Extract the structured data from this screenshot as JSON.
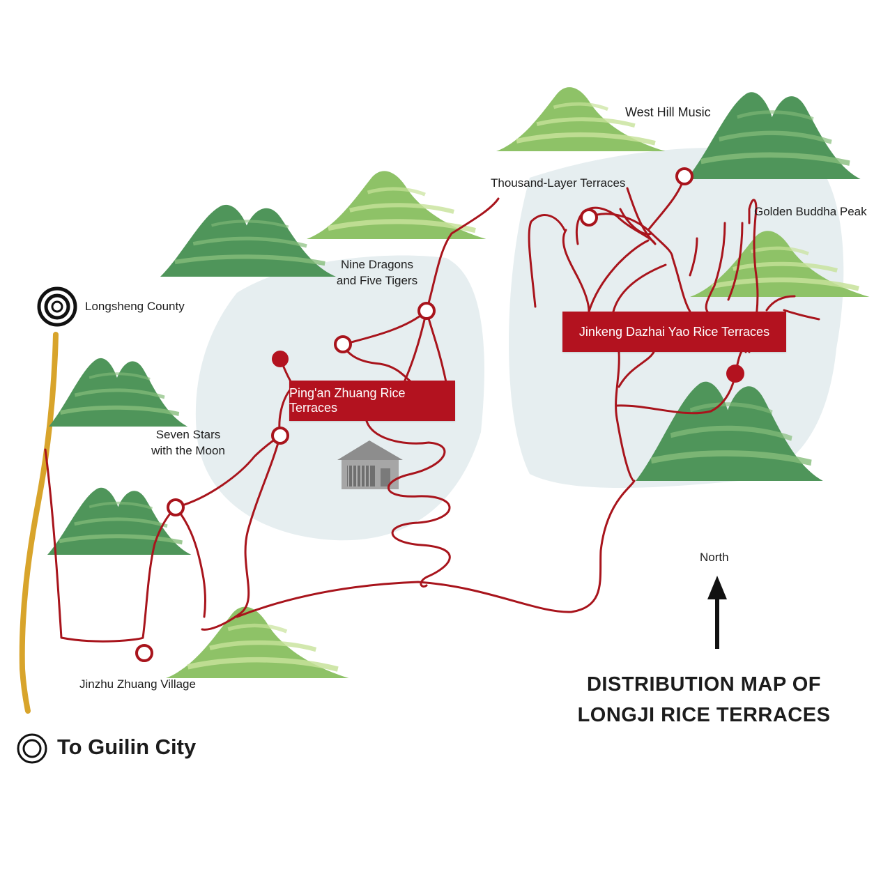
{
  "map": {
    "title_line1": "DISTRIBUTION MAP OF",
    "title_line2": "LONGJI RICE TERRACES",
    "north_label": "North",
    "origin_label": "To Guilin City",
    "colors": {
      "route": "#a8141c",
      "highway": "#d8a42b",
      "badge": "#b3121f",
      "region": "#e6eef0",
      "mountain_dark": "#5b9e62",
      "mountain_light": "#9bc86a"
    },
    "areas": [
      {
        "label": "Ping'an Zhuang Rice Terraces"
      },
      {
        "label": "Jinkeng Dazhai Yao Rice Terraces"
      }
    ],
    "places": {
      "longsheng": "Longsheng County",
      "nine_dragons_1": "Nine Dragons",
      "nine_dragons_2": "and Five Tigers",
      "seven_stars_1": "Seven Stars",
      "seven_stars_2": "with the Moon",
      "jinzhu": "Jinzhu Zhuang Village",
      "thousand_layer": "Thousand-Layer Terraces",
      "west_hill": "West Hill Music",
      "golden_buddha": "Golden Buddha Peak"
    },
    "icons": [
      "mountain-icon",
      "house-icon",
      "north-arrow-icon",
      "location-marker-icon",
      "town-marker-icon"
    ]
  }
}
